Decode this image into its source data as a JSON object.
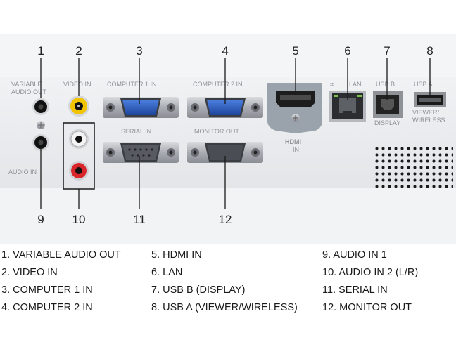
{
  "callouts": [
    "1",
    "2",
    "3",
    "4",
    "5",
    "6",
    "7",
    "8",
    "9",
    "10",
    "11",
    "12"
  ],
  "panel_labels": {
    "variable_audio_out": [
      "VARIABLE",
      "AUDIO OUT"
    ],
    "video_in": "VIDEO IN",
    "computer1_in": "COMPUTER 1 IN",
    "computer2_in": "COMPUTER 2 IN",
    "serial_in": "SERIAL IN",
    "monitor_out": "MONITOR OUT",
    "hdmi": "HDMI",
    "hdmi_in": "IN",
    "lan": "LAN",
    "usb_b": "USB B",
    "display": "DISPLAY",
    "usb_a": "USB A",
    "viewer_wireless": [
      "VIEWER/",
      "WIRELESS"
    ],
    "audio_in": "AUDIO IN"
  },
  "legend": [
    "1. VARIABLE AUDIO OUT",
    "2. VIDEO IN",
    "3. COMPUTER 1 IN",
    "4. COMPUTER 2 IN",
    "5. HDMI IN",
    "6. LAN",
    "7. USB B (DISPLAY)",
    "8. USB A (VIEWER/WIRELESS)",
    "9. AUDIO IN 1",
    "10. AUDIO IN 2 (L/R)",
    "11. SERIAL IN",
    "12. MONITOR OUT"
  ],
  "colors": {
    "panel": "#ebedef",
    "vga_blue": "#2f5fbf",
    "rca_yellow": "#f2c400",
    "rca_red": "#d8262a",
    "rca_white": "#f4f4f4",
    "callout_line": "#1a1a1a"
  }
}
